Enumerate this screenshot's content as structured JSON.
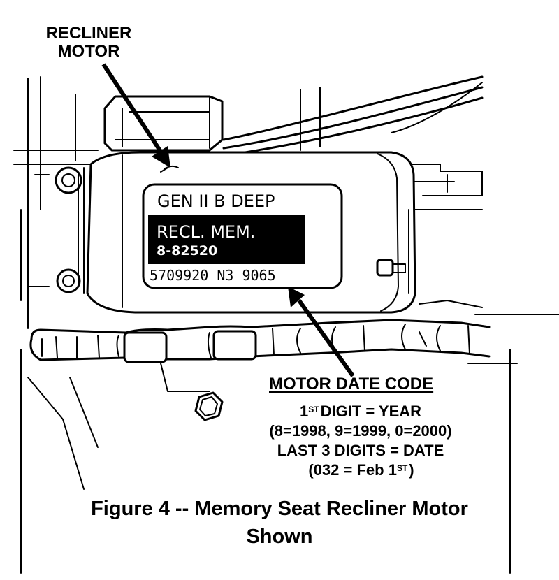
{
  "callouts": {
    "recliner_motor_line1": "RECLINER",
    "recliner_motor_line2": "MOTOR",
    "date_code_title": "MOTOR DATE CODE",
    "first_digit_sup": "ST",
    "first_digit_rest": "DIGIT = YEAR",
    "first_digit_num": "1",
    "year_examples": "(8=1998, 9=1999, 0=2000)",
    "last_digits": "LAST 3 DIGITS = DATE",
    "example_pre": "(032 = Feb 1",
    "example_sup": "ST",
    "example_post": ")"
  },
  "motor_label": {
    "line1": "GEN II B DEEP",
    "line2": "RECL.  MEM.",
    "line3": "8-82520",
    "line4": "5709920 N3 9065"
  },
  "caption": {
    "line1": "Figure 4 -- Memory Seat Recliner Motor",
    "line2": "Shown"
  }
}
